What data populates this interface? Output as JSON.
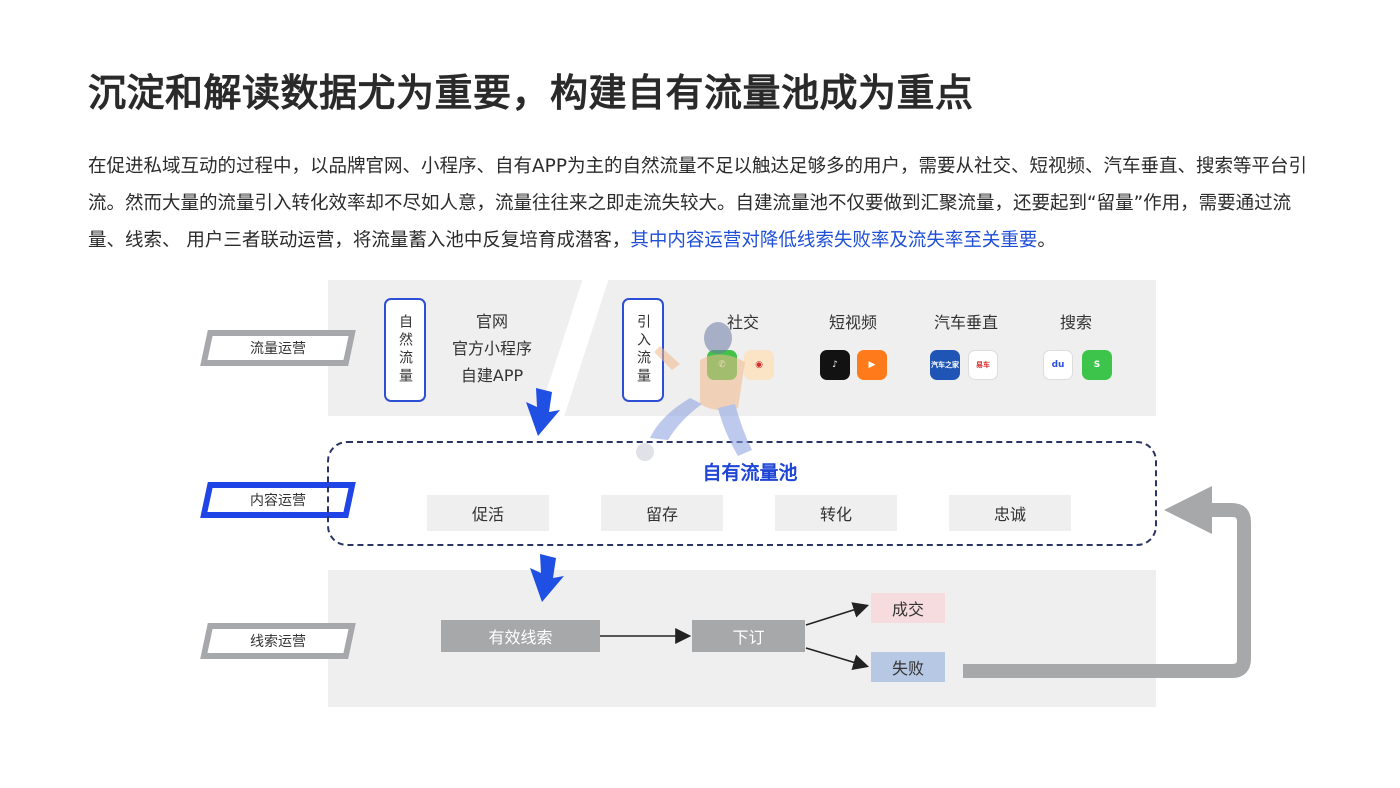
{
  "title": "沉淀和解读数据尤为重要，构建自有流量池成为重点",
  "paragraph": {
    "main": "在促进私域互动的过程中，以品牌官网、小程序、自有APP为主的自然流量不足以触达足够多的用户，需要从社交、短视频、汽车垂直、搜索等平台引流。然而大量的流量引入转化效率却不尽如人意，流量往往来之即走流失较大。自建流量池不仅要做到汇聚流量，还要起到“留量”作用，需要通过流量、线索、 用户三者联动运营，将流量蓄入池中反复培育成潜客，",
    "highlight": "其中内容运营对降低线索失败率及流失率至关重要",
    "end": "。"
  },
  "rows": {
    "traffic": "流量运营",
    "content": "内容运营",
    "leads": "线索运营"
  },
  "natural": {
    "label": "自然流量",
    "items": [
      "官网",
      "官方小程序",
      "自建APP"
    ]
  },
  "introduced": {
    "label": "引入流量",
    "channels": [
      {
        "name": "社交",
        "logos": [
          {
            "icon": "wechat-icon",
            "text": "✆"
          },
          {
            "icon": "weibo-icon",
            "text": "◉"
          }
        ]
      },
      {
        "name": "短视频",
        "logos": [
          {
            "icon": "douyin-icon",
            "text": "♪"
          },
          {
            "icon": "kuaishou-icon",
            "text": "▶"
          }
        ]
      },
      {
        "name": "汽车垂直",
        "logos": [
          {
            "icon": "autohome-icon",
            "text": "汽车之家"
          },
          {
            "icon": "yiche-icon",
            "text": "易车"
          }
        ]
      },
      {
        "name": "搜索",
        "logos": [
          {
            "icon": "baidu-icon",
            "text": "du"
          },
          {
            "icon": "sogou-icon",
            "text": "S"
          }
        ]
      }
    ]
  },
  "pool": {
    "title": "自有流量池",
    "stages": [
      "促活",
      "留存",
      "转化",
      "忠诚"
    ]
  },
  "leads": {
    "valid": "有效线索",
    "order": "下订",
    "deal": "成交",
    "fail": "失败"
  },
  "colors": {
    "accent": "#1f45e6",
    "gray": "#a7a8aa",
    "band": "#efefef",
    "deal": "#f7dcdf",
    "fail": "#b6c8e4"
  }
}
